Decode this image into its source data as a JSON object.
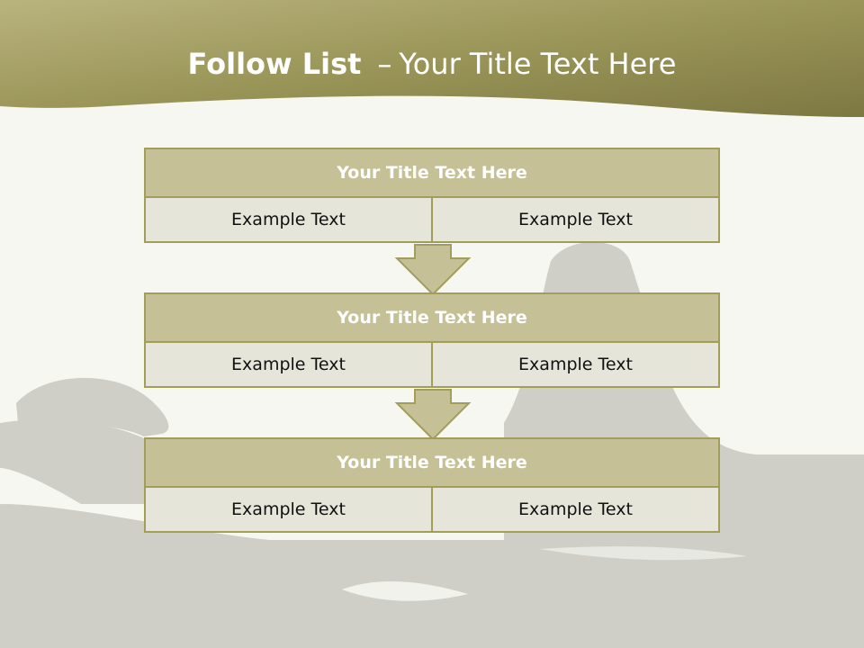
{
  "slide": {
    "title_bold": "Follow List",
    "title_dash": "–",
    "title_rest": "Your Title Text Here"
  },
  "blocks": [
    {
      "title": "Your Title Text Here",
      "left": "Example Text",
      "right": "Example Text"
    },
    {
      "title": "Your Title Text Here",
      "left": "Example Text",
      "right": "Example Text"
    },
    {
      "title": "Your Title Text Here",
      "left": "Example Text",
      "right": "Example Text"
    }
  ],
  "colors": {
    "header_band": "#8f8a4c",
    "block_title_bg": "#c5c095",
    "block_border": "#a39d5c",
    "cell_bg": "#e6e5d9",
    "arrow_fill": "#c5c095"
  },
  "background_image": "reclining-woman-silhouette"
}
